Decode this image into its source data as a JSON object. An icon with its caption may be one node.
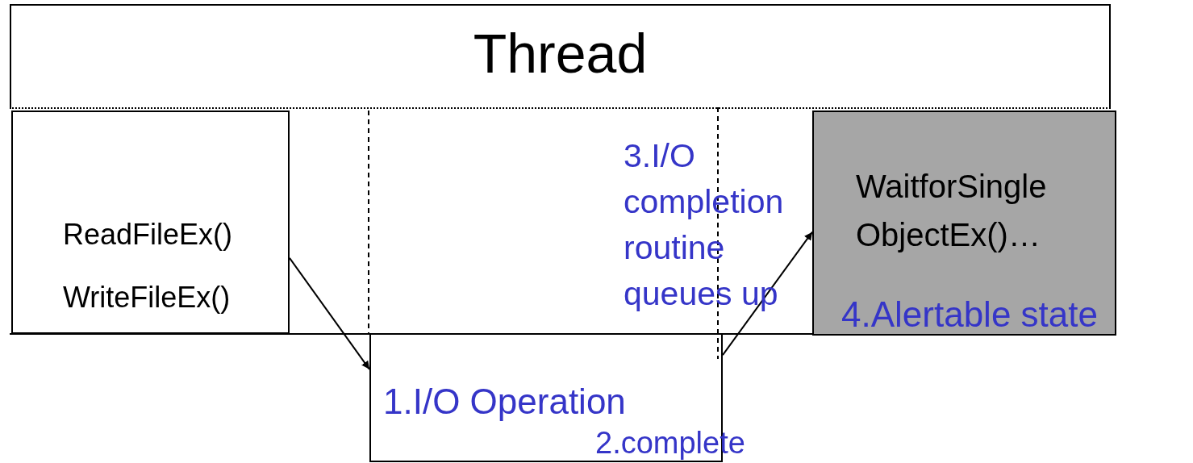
{
  "diagram": {
    "nodes": [
      {
        "text": [
          "Thread"
        ]
      },
      {
        "text": [
          "ReadFileEx()",
          "WriteFileEx()"
        ]
      },
      {
        "text": [
          "WaitforSingle ObjectEx()…",
          "4.Alertable state"
        ]
      },
      {
        "text": [
          "1.I/O Operation",
          "2.complete"
        ]
      }
    ],
    "edges": [
      {
        "from": 1,
        "to": 3,
        "arrow": "to"
      },
      {
        "from": 3,
        "to": 2,
        "arrow": "to"
      }
    ],
    "labels": [
      "3.I/O completion routine queues up"
    ]
  }
}
